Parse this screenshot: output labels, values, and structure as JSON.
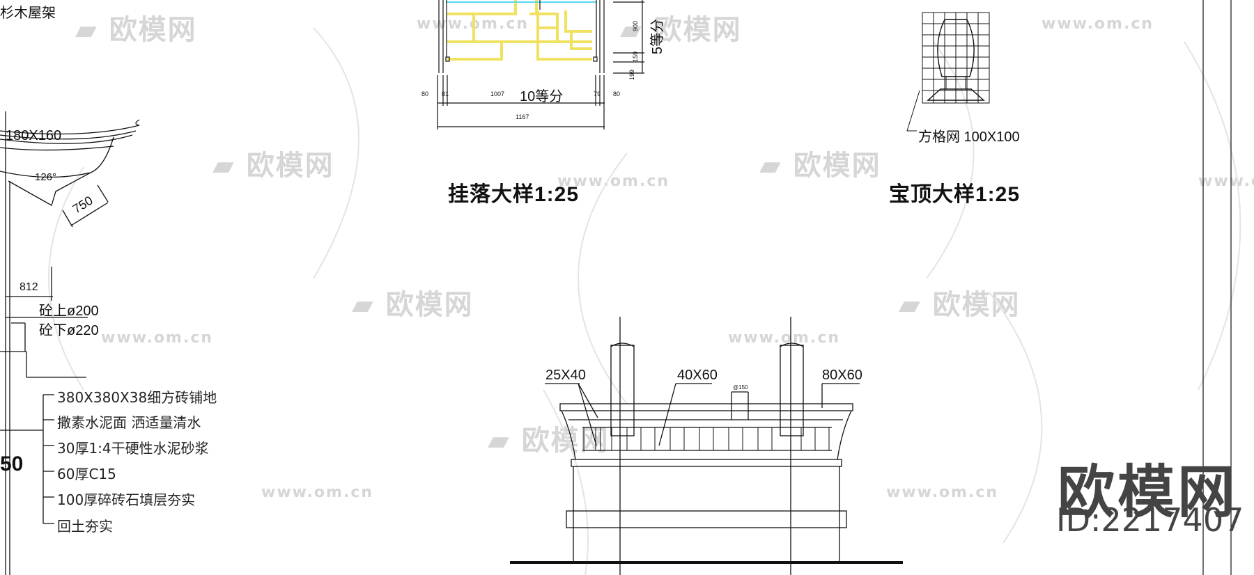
{
  "drawing": {
    "top_left_note": "杉木屋架",
    "roof_detail": {
      "beam_size": "180X160",
      "angle": "126°",
      "length": "750",
      "span": "812",
      "column_top_dia": "砼上ø200",
      "column_bottom_dia": "砼下ø220",
      "partial_scale_label": "50"
    },
    "floor_layers": [
      "380X380X38细方砖铺地",
      "撒素水泥面   洒适量清水",
      "30厚1:4干硬性水泥砂浆",
      "60厚C15",
      "100厚碎砖石填层夯实",
      "回土夯实"
    ],
    "hanging_detail": {
      "title": "挂落大样1:25",
      "division_label": "10等分",
      "vertical_division_label": "5等分",
      "dims_horizontal": [
        "80",
        "81",
        "1007",
        "79",
        "80"
      ],
      "dim_total": "1167",
      "dims_vertical": [
        "900",
        "159",
        "199"
      ],
      "colors": {
        "fretwork": "#f5e85a",
        "top_rail": "#5fd6f0"
      }
    },
    "finial_detail": {
      "title": "宝顶大样1:25",
      "grid_note": "方格网 100X100"
    },
    "railing_elevation": {
      "labels": [
        "25X40",
        "40X60",
        "80X60"
      ],
      "spacing": "@150"
    }
  },
  "watermark": {
    "brand": "欧模网",
    "url": "www.om.cn",
    "id_label": "ID:2217407"
  }
}
